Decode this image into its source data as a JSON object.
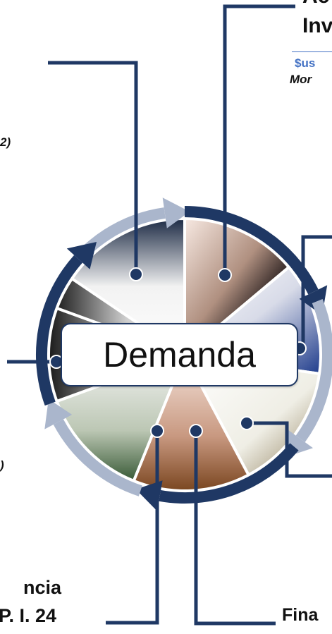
{
  "colors": {
    "connector": "#1f3864",
    "arrow_dark": "#1f3864",
    "arrow_light": "#aab6cc",
    "accent_blue": "#4472c4"
  },
  "top_right": {
    "title_line1": "Ac",
    "title_line2": "Inv",
    "subtitle": "$us",
    "note": "Mor"
  },
  "left_notes": {
    "upper": "2)",
    "lower": ")"
  },
  "center": {
    "label": "Demanda"
  },
  "bottom_left": {
    "line1": "ncia",
    "line2": "P. I. 24"
  },
  "bottom_right": {
    "label": "Fina"
  }
}
